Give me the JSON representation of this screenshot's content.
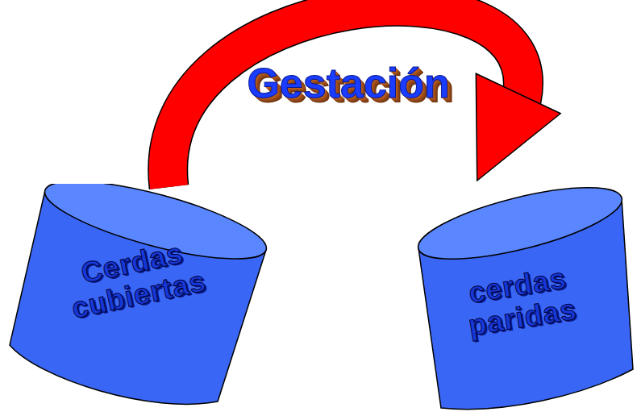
{
  "diagram": {
    "nodes": [
      {
        "text": [
          "Cerdas cubiertas"
        ]
      },
      {
        "text": [
          "cerdas paridas"
        ]
      }
    ],
    "edges": [
      {
        "from": 0,
        "to": 1,
        "label": "Gestación",
        "arrow": "to"
      }
    ]
  }
}
